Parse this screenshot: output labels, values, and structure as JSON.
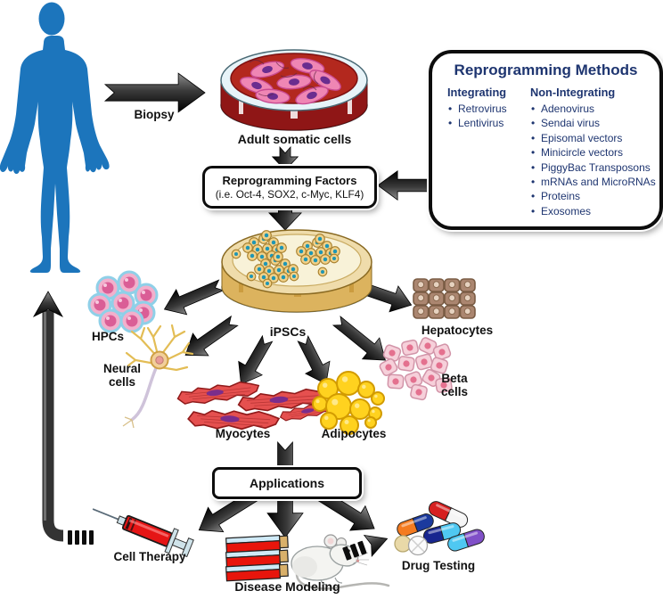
{
  "diagram": {
    "biopsy_label": "Biopsy",
    "adult_somatic_label": "Adult somatic cells",
    "ipsc_label": "iPSCs",
    "hpcs_label": "HPCs",
    "neural_label": "Neural cells",
    "myocytes_label": "Myocytes",
    "adipocytes_label": "Adipocytes",
    "beta_label": "Beta cells",
    "hepatocytes_label": "Hepatocytes",
    "cell_therapy_label": "Cell Therapy",
    "disease_modeling_label": "Disease Modeling",
    "drug_testing_label": "Drug Testing"
  },
  "factors_box": {
    "title": "Reprogramming Factors",
    "subtitle": "(i.e. Oct-4, SOX2, c-Myc, KLF4)"
  },
  "applications_box": {
    "label": "Applications"
  },
  "methods_panel": {
    "title": "Reprogramming Methods",
    "columns": [
      {
        "header": "Integrating",
        "items": [
          "Retrovirus",
          "Lentivirus"
        ]
      },
      {
        "header": "Non-Integrating",
        "items": [
          "Adenovirus",
          "Sendai virus",
          "Episomal vectors",
          "Minicircle vectors",
          "PiggyBac Transposons",
          "mRNAs and MicroRNAs",
          "Proteins",
          "Exosomes"
        ]
      }
    ]
  },
  "colors": {
    "methods_text": "#1e3570",
    "human_blue": "#1c75bc",
    "arrow_black": "#111111",
    "somatic_dish_red": "#b3281e",
    "ipsc_dish_cream": "#f8f2d8"
  }
}
